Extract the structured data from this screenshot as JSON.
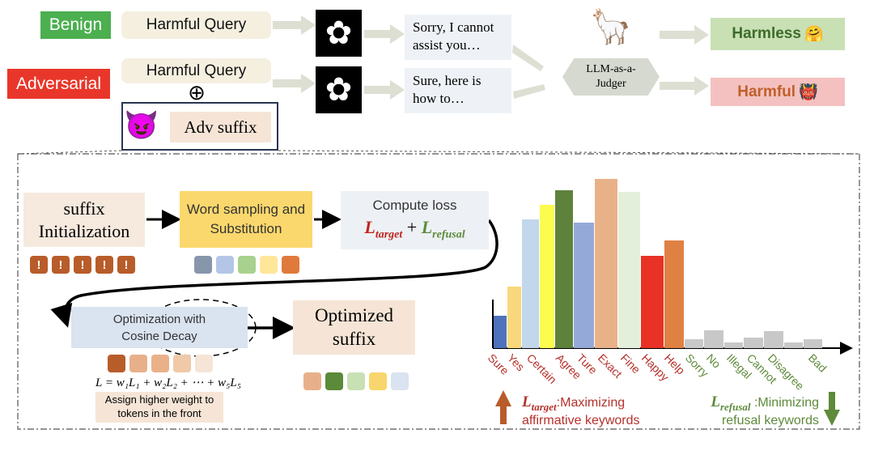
{
  "top": {
    "benign_label": "Benign",
    "adversarial_label": "Adversarial",
    "query1": "Harmful Query",
    "query2": "Harmful Query",
    "plus": "⊕",
    "adv_suffix": "Adv suffix",
    "devil_icon": "😈",
    "response1": "Sorry, I cannot assist you…",
    "response2": "Sure, here is how to…",
    "judge": "LLM-as-a-Judger",
    "llama_icon": "🦙",
    "harmless": "Harmless",
    "harmless_emoji": "🤗",
    "harmful": "Harmful",
    "harmful_emoji": "👹",
    "colors": {
      "benign": "#4caf50",
      "adversarial": "#e8372a"
    }
  },
  "pipeline": {
    "init": "suffix Initialization",
    "init_marks": [
      "!",
      "!",
      "!",
      "!",
      "!"
    ],
    "sampling": "Word sampling and Substitution",
    "compute": "Compute loss",
    "loss_target": "L",
    "loss_target_sub": "target",
    "plus": "+",
    "loss_refusal": "L",
    "loss_refusal_sub": "refusal",
    "optim": "Optimization with Cosine Decay",
    "formula": "L = w₁L₁ + w₂L₂ + ⋯ + w₅L₅",
    "assign": "Assign higher weight to tokens in the front",
    "optimized": "Optimized suffix",
    "sampling_colors": [
      "#8896ab",
      "#b4c6e7",
      "#a9d18e",
      "#ffe699",
      "#e07a3c"
    ],
    "weight_colors": [
      "#b85c2a",
      "#e8b08a",
      "#eab189",
      "#f0c9a9",
      "#f6e5d6"
    ],
    "optimized_colors": [
      "#e8b08a",
      "#5b8a3a",
      "#c9e0b5",
      "#f8d66d",
      "#dae3f0"
    ]
  },
  "chart_data": {
    "type": "bar",
    "bars": [
      {
        "label": "Sure",
        "value": 40,
        "color": "#4f72bd",
        "group": "target"
      },
      {
        "label": "Yes",
        "value": 76,
        "color": "#f8d87a",
        "group": "target"
      },
      {
        "label": "Certain",
        "value": 159,
        "color": "#c2d6ec",
        "group": "target"
      },
      {
        "label": "",
        "value": 177,
        "color": "#fcfb50",
        "group": "target"
      },
      {
        "label": "Agree",
        "value": 195,
        "color": "#5e823b",
        "group": "target"
      },
      {
        "label": "Ture",
        "value": 155,
        "color": "#95a9d8",
        "group": "target"
      },
      {
        "label": "Exact",
        "value": 209,
        "color": "#e9b188",
        "group": "target"
      },
      {
        "label": "Fine",
        "value": 193,
        "color": "#e3efda",
        "group": "target"
      },
      {
        "label": "Happy",
        "value": 114,
        "color": "#e83226",
        "group": "target"
      },
      {
        "label": "Help",
        "value": 133,
        "color": "#e08144",
        "group": "target"
      },
      {
        "label": "Sorry",
        "value": 11,
        "color": "#c8c8c8",
        "group": "refusal"
      },
      {
        "label": "No",
        "value": 22,
        "color": "#c8c8c8",
        "group": "refusal"
      },
      {
        "label": "Illegal",
        "value": 7,
        "color": "#c8c8c8",
        "group": "refusal"
      },
      {
        "label": "Cannot",
        "value": 13,
        "color": "#c8c8c8",
        "group": "refusal"
      },
      {
        "label": "Disagree",
        "value": 21,
        "color": "#c8c8c8",
        "group": "refusal"
      },
      {
        "label": "",
        "value": 7,
        "color": "#c8c8c8",
        "group": "refusal"
      },
      {
        "label": "Bad",
        "value": 11,
        "color": "#c8c8c8",
        "group": "refusal"
      }
    ],
    "target_color": "#b5312b",
    "refusal_color": "#5e8a3a",
    "legend_left_title": "L",
    "legend_left_sub": "target",
    "legend_left_text": ":Maximizing",
    "legend_left_text2": "affirmative keywords",
    "legend_right_title": "L",
    "legend_right_sub": "refusal",
    "legend_right_text": " :Minimizing",
    "legend_right_text2": "refusal keywords"
  }
}
